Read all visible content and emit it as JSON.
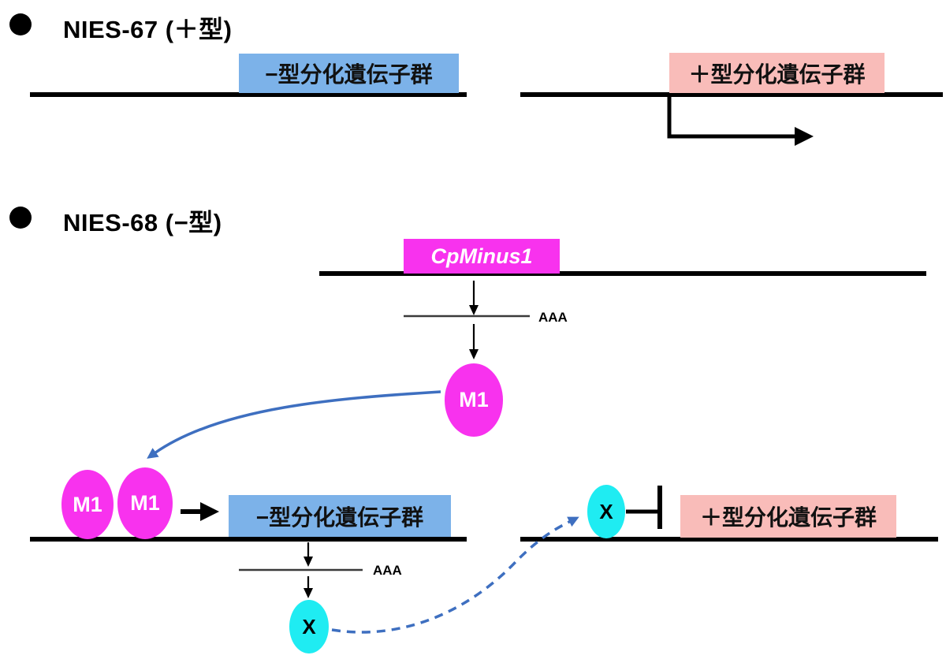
{
  "figure_type": "gene-regulation-diagram",
  "colors": {
    "minus_box_bg": "#7cb2e9",
    "plus_box_bg": "#f9bcb9",
    "gene_magenta": "#f832ee",
    "protein_cyan": "#1fecf2",
    "arrow_blue": "#3e6fc0",
    "ink": "#000000",
    "mrna_line": "#3a3a3a"
  },
  "sections": [
    {
      "title": "NIES-67 (＋型)",
      "minus_gene_box": "−型分化遺伝子群",
      "plus_gene_box": "＋型分化遺伝子群"
    },
    {
      "title": "NIES-68 (−型)",
      "gene_box": "CpMinus1",
      "mrna_tail_1": "AAA",
      "protein_m1_free": "M1",
      "protein_m1_bound_1": "M1",
      "protein_m1_bound_2": "M1",
      "minus_gene_box": "−型分化遺伝子群",
      "mrna_tail_2": "AAA",
      "protein_x_free": "X",
      "protein_x_bound": "X",
      "plus_gene_box": "＋型分化遺伝子群"
    }
  ]
}
